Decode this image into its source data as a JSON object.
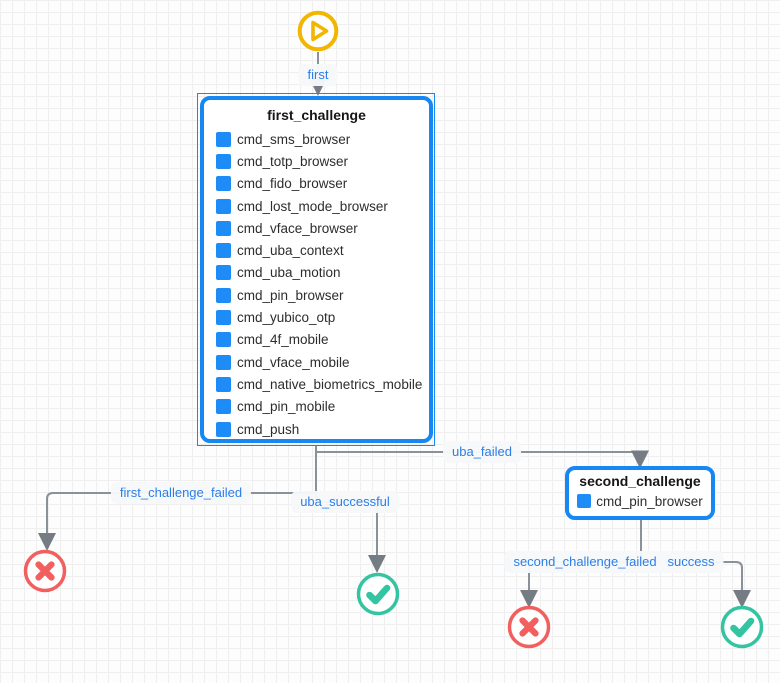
{
  "diagram": {
    "start_node": {
      "name": "start"
    },
    "edge_labels": {
      "first": "first",
      "uba_failed": "uba_failed",
      "first_challenge_failed": "first_challenge_failed",
      "uba_successful": "uba_successful",
      "second_challenge_failed": "second_challenge_failed",
      "success": "success"
    },
    "nodes": {
      "first_challenge": {
        "title": "first_challenge",
        "items": [
          "cmd_sms_browser",
          "cmd_totp_browser",
          "cmd_fido_browser",
          "cmd_lost_mode_browser",
          "cmd_vface_browser",
          "cmd_uba_context",
          "cmd_uba_motion",
          "cmd_pin_browser",
          "cmd_yubico_otp",
          "cmd_4f_mobile",
          "cmd_vface_mobile",
          "cmd_native_biometrics_mobile",
          "cmd_pin_mobile",
          "cmd_push"
        ]
      },
      "second_challenge": {
        "title": "second_challenge",
        "items": [
          "cmd_pin_browser"
        ]
      }
    },
    "colors": {
      "accent_blue": "#1787f2",
      "item_blue": "#1e8cf7",
      "label_text_blue": "#2c7ee8",
      "edge_gray": "#8b9198",
      "fail_red": "#f15f5f",
      "success_green": "#35c4a2",
      "start_yellow": "#f2b600"
    }
  }
}
